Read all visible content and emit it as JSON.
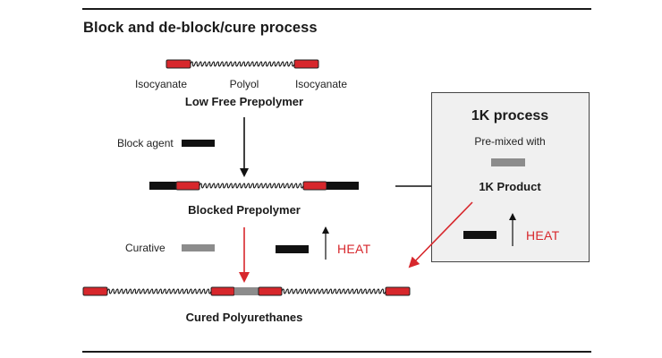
{
  "title": "Block and de-block/cure process",
  "prepolymer": {
    "labels": [
      "Isocyanate",
      "Polyol",
      "Isocyanate"
    ],
    "name": "Low Free Prepolymer"
  },
  "block_agent_label": "Block agent",
  "blocked_name": "Blocked Prepolymer",
  "curative_label": "Curative",
  "heat_label": "HEAT",
  "cured_name": "Cured Polyurethanes",
  "one_k": {
    "title": "1K process",
    "subtitle": "Pre-mixed with",
    "product": "1K Product",
    "heat_label": "HEAT"
  },
  "colors": {
    "isocyanate": "#d7272c",
    "block_agent": "#111111",
    "curative": "#8c8c8c",
    "reaction_arrow": "#d7272c",
    "process_arrow": "#111111",
    "box_fill": "#f0f0f0"
  }
}
